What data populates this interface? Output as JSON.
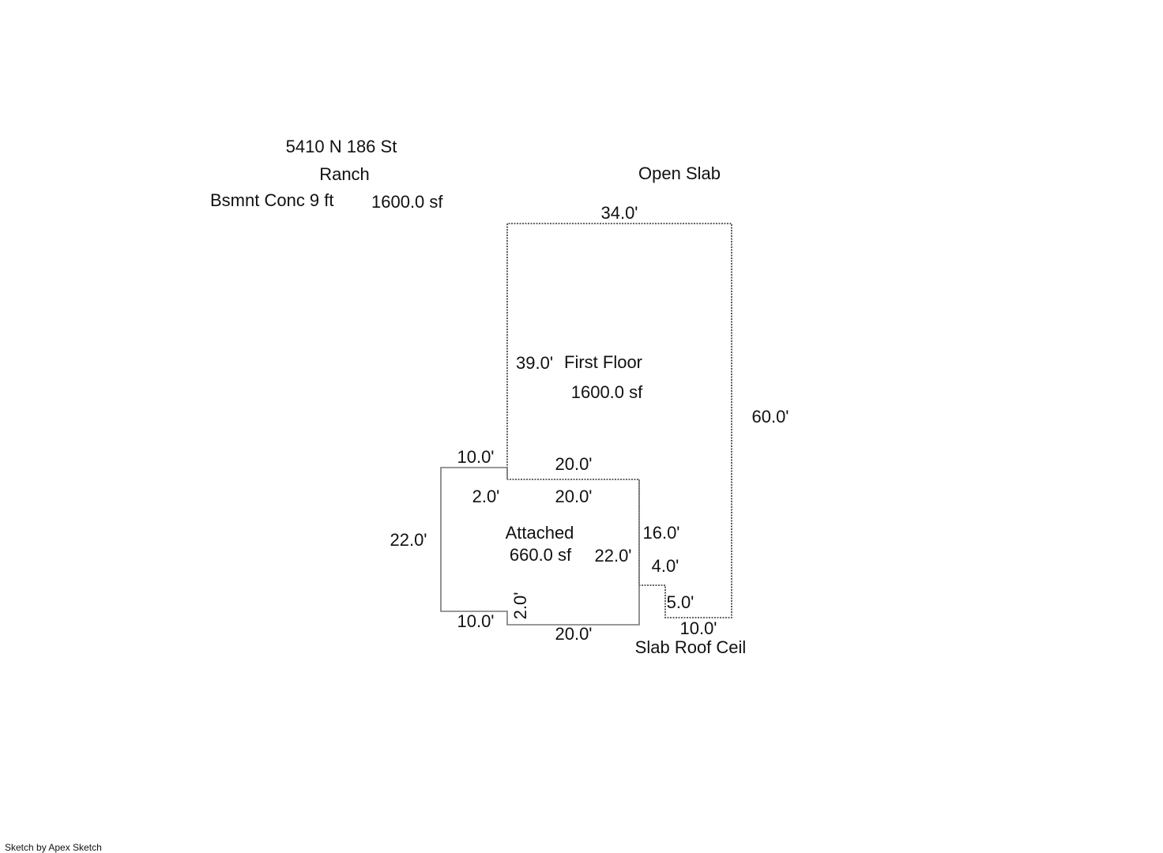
{
  "header": {
    "address": "5410 N 186 St",
    "style": "Ranch",
    "basement_label": "Bsmnt Conc 9 ft",
    "basement_area": "1600.0 sf"
  },
  "areas": {
    "open_slab": "Open Slab",
    "first_floor_label": "First Floor",
    "first_floor_area": "1600.0 sf",
    "garage_label": "Attached",
    "garage_area": "660.0 sf",
    "slab_roof_label": "Slab Roof Ceil"
  },
  "dimensions": {
    "top": "34.0'",
    "right": "60.0'",
    "left_upper": "39.0'",
    "garage_top_left": "10.0'",
    "garage_top_step": "20.0'",
    "garage_inner_left": "2.0'",
    "garage_inner_top": "20.0'",
    "garage_left": "22.0'",
    "garage_right": "22.0'",
    "notch_vertical": "16.0'",
    "notch_step": "4.0'",
    "slab_side": "5.0'",
    "garage_bottom_left": "10.0'",
    "garage_bottom_step": "2.0'",
    "garage_bottom": "20.0'",
    "slab_bottom": "10.0'"
  },
  "footer": {
    "credit": "Sketch by Apex Sketch"
  },
  "colors": {
    "line": "#333333",
    "garage_line": "#777777",
    "text": "#111111"
  }
}
